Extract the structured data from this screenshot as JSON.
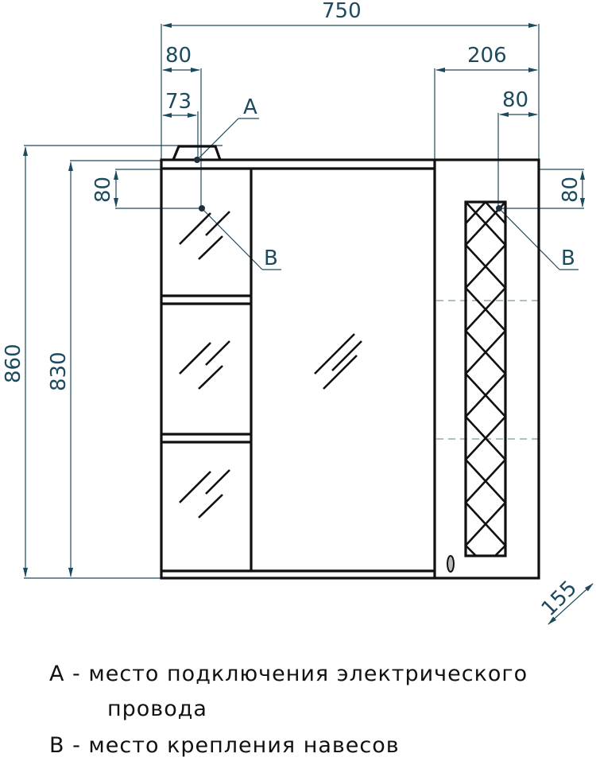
{
  "drawing": {
    "dimensions": {
      "overall_width": "750",
      "left_offset_outer": "80",
      "left_offset_inner": "73",
      "right_cabinet_width": "206",
      "right_hanger_offset": "80",
      "left_hanger_drop": "80",
      "right_hanger_drop": "80",
      "overall_height": "860",
      "body_height": "830",
      "depth": "155"
    },
    "markers": {
      "a": "A",
      "b_left": "B",
      "b_right": "B"
    },
    "colors": {
      "dimension_line": "#1e4a5e",
      "outline": "#111111",
      "hinge_dash": "#7aa07a"
    }
  },
  "legend": {
    "line1": "A - место подключения электрического",
    "line1_cont": "провода",
    "line2": "B - место крепления навесов"
  }
}
